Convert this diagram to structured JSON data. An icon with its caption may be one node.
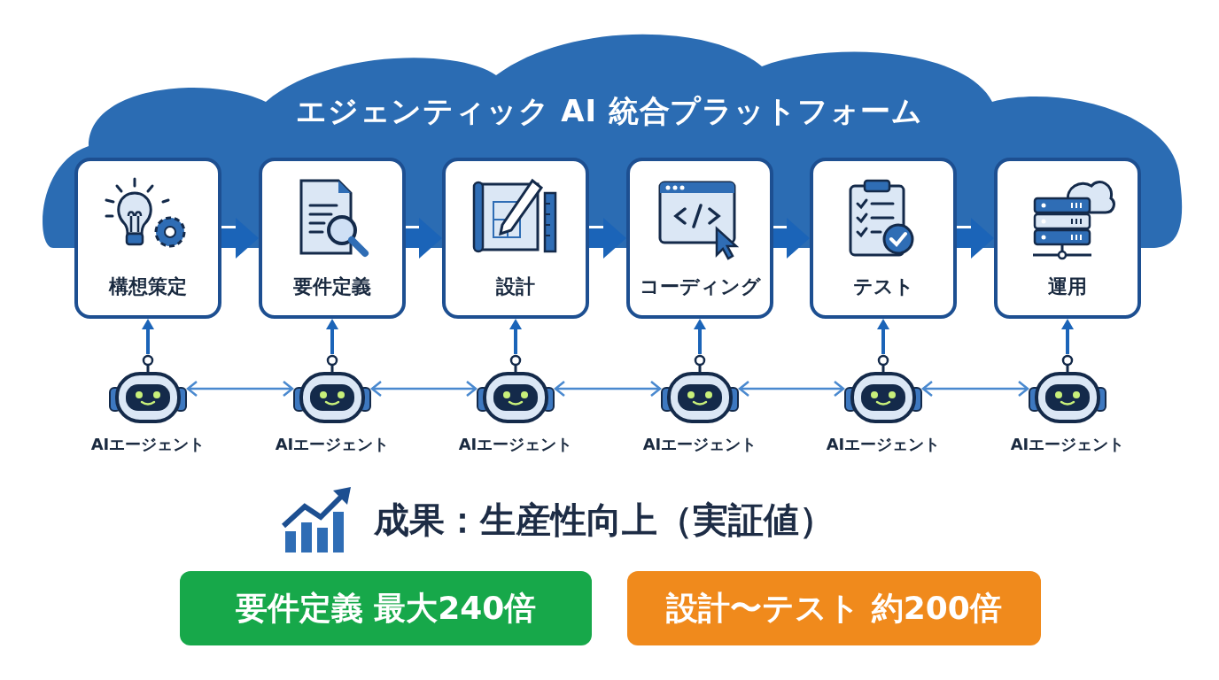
{
  "diagram": {
    "title": "エジェンティック AI 統合プラットフォーム",
    "nodes": [
      {
        "text": [
          "構想策定"
        ]
      },
      {
        "text": [
          "要件定義"
        ]
      },
      {
        "text": [
          "設計"
        ]
      },
      {
        "text": [
          "コーディング"
        ]
      },
      {
        "text": [
          "テスト"
        ]
      },
      {
        "text": [
          "運用"
        ]
      },
      {
        "text": [],
        "shape": "picture",
        "beside": [
          "AIエージェント"
        ]
      },
      {
        "text": [],
        "shape": "picture",
        "beside": [
          "AIエージェント"
        ]
      },
      {
        "text": [],
        "shape": "picture",
        "beside": [
          "AIエージェント"
        ]
      },
      {
        "text": [],
        "shape": "picture",
        "beside": [
          "AIエージェント"
        ]
      },
      {
        "text": [],
        "shape": "picture",
        "beside": [
          "AIエージェント"
        ]
      },
      {
        "text": [],
        "shape": "picture",
        "beside": [
          "AIエージェント"
        ]
      },
      {
        "text": [
          "要件定義 最大240倍"
        ]
      },
      {
        "text": [
          "設計〜テスト 約200倍"
        ]
      }
    ],
    "edges": [
      {
        "from": 0,
        "to": 1,
        "arrow": "to",
        "style": "thick"
      },
      {
        "from": 1,
        "to": 2,
        "arrow": "to",
        "style": "thick"
      },
      {
        "from": 2,
        "to": 3,
        "arrow": "to",
        "style": "thick"
      },
      {
        "from": 3,
        "to": 4,
        "arrow": "to",
        "style": "thick"
      },
      {
        "from": 4,
        "to": 5,
        "arrow": "to",
        "style": "thick"
      },
      {
        "from": 6,
        "to": 0,
        "arrow": "to"
      },
      {
        "from": 7,
        "to": 1,
        "arrow": "to"
      },
      {
        "from": 8,
        "to": 2,
        "arrow": "to"
      },
      {
        "from": 9,
        "to": 3,
        "arrow": "to"
      },
      {
        "from": 10,
        "to": 4,
        "arrow": "to"
      },
      {
        "from": 11,
        "to": 5,
        "arrow": "to"
      },
      {
        "from": 6,
        "to": 7,
        "arrow": "both",
        "color": "#4a89cf"
      },
      {
        "from": 7,
        "to": 8,
        "arrow": "both",
        "color": "#4a89cf"
      },
      {
        "from": 8,
        "to": 9,
        "arrow": "both",
        "color": "#4a89cf"
      },
      {
        "from": 9,
        "to": 10,
        "arrow": "both",
        "color": "#4a89cf"
      },
      {
        "from": 10,
        "to": 11,
        "arrow": "both",
        "color": "#4a89cf"
      }
    ],
    "labels": [
      "成果：生産性向上（実証値）"
    ]
  }
}
